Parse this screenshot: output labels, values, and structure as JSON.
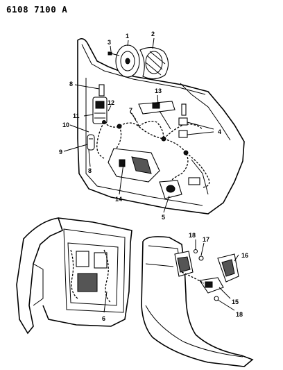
{
  "header": {
    "part_code": "6108 7100 A"
  },
  "callouts": {
    "c1": "1",
    "c2": "2",
    "c3": "3",
    "c4": "4",
    "c5": "5",
    "c6": "6",
    "c7": "7",
    "c8a": "8",
    "c8b": "8",
    "c9": "9",
    "c10": "10",
    "c11": "11",
    "c12": "12",
    "c13": "13",
    "c14": "14",
    "c15": "15",
    "c16": "16",
    "c17": "17",
    "c18a": "18",
    "c18b": "18"
  }
}
